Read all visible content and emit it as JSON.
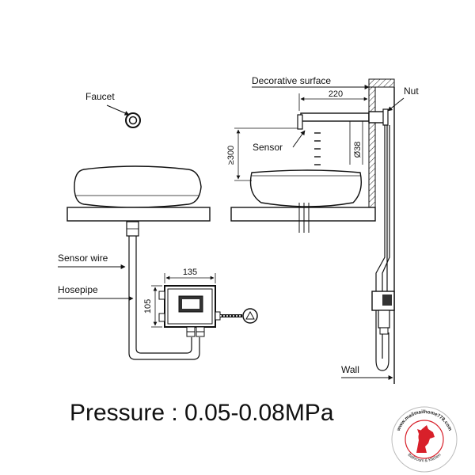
{
  "labels": {
    "faucet": "Faucet",
    "sensor_wire": "Sensor wire",
    "hosepipe": "Hosepipe",
    "decorative_surface": "Decorative surface",
    "nut": "Nut",
    "sensor": "Sensor",
    "wall": "Wall"
  },
  "dimensions": {
    "box_width": "135",
    "box_height": "105",
    "spout_reach": "220",
    "height_min": "≥300",
    "pipe_diameter": "Ø38"
  },
  "pressure_text": "Pressure : 0.05-0.08MPa",
  "logo": {
    "ring_text": "www.mailmailhome778.com",
    "sub_text": "Bathroom & Kitchen",
    "accent_color": "#d8202a"
  }
}
